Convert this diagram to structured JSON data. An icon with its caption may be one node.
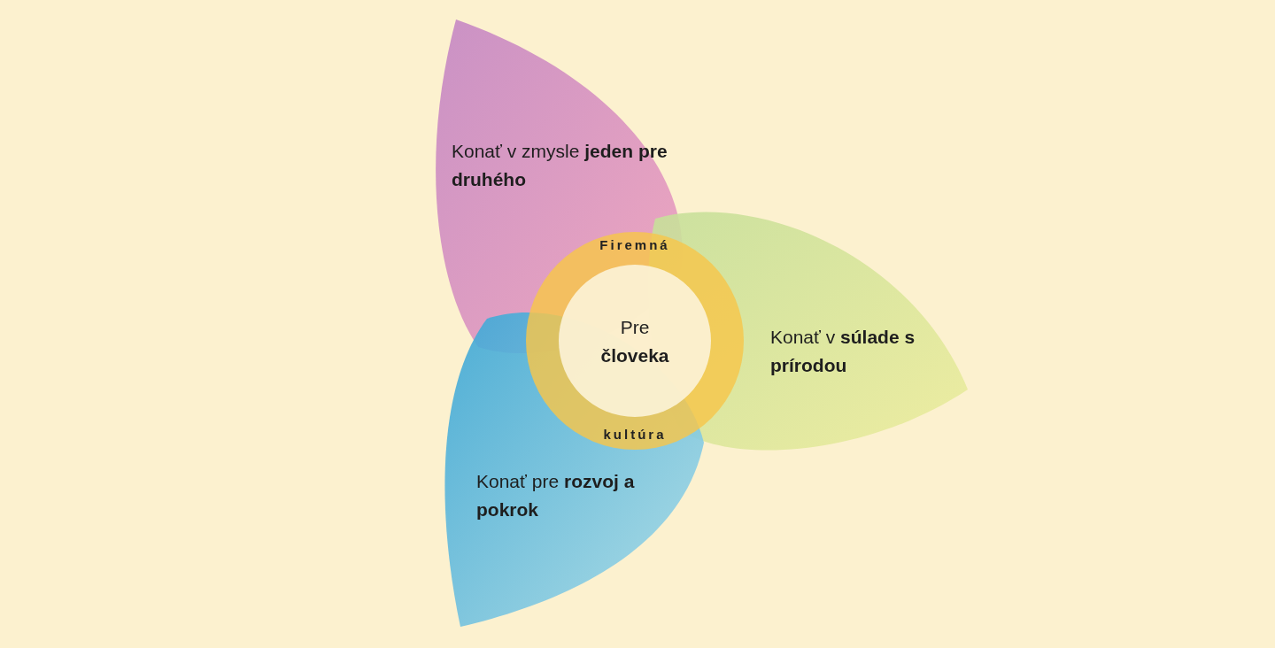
{
  "diagram": {
    "nodes": [
      {
        "text": [
          "Konať v zmysle **jeden pre druhého**"
        ]
      },
      {
        "text": [
          "Firemná",
          "kultúra"
        ]
      },
      {
        "text": [
          "Pre **človeka**"
        ],
        "in": 1
      },
      {
        "text": [
          "Konať v **súlade s prírodou**"
        ]
      },
      {
        "text": [
          "Konať pre **rozvoj a pokrok**"
        ]
      }
    ]
  }
}
